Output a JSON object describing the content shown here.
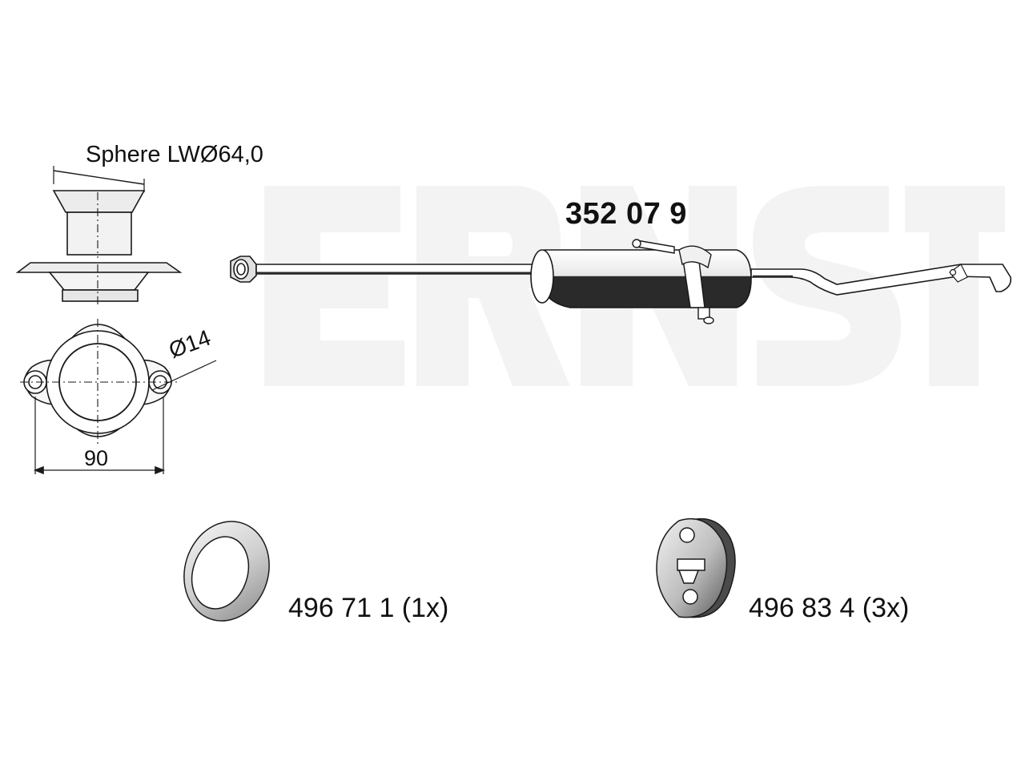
{
  "watermark": {
    "brand": "ERNST",
    "color": "#f3f3f3"
  },
  "main_part": {
    "number": "352 07 9"
  },
  "flange_detail": {
    "sphere_label": "Sphere LWØ64,0",
    "hole_diameter_label": "Ø14",
    "width_label": "90"
  },
  "accessories": [
    {
      "label": "496 71 1 (1x)",
      "icon": "sealing-ring-icon"
    },
    {
      "label": "496 83 4  (3x)",
      "icon": "rubber-hanger-icon"
    }
  ],
  "colors": {
    "line": "#1a1a1a",
    "fill_gray": "#e6e6e6",
    "shadow": "#2a2a2a"
  }
}
